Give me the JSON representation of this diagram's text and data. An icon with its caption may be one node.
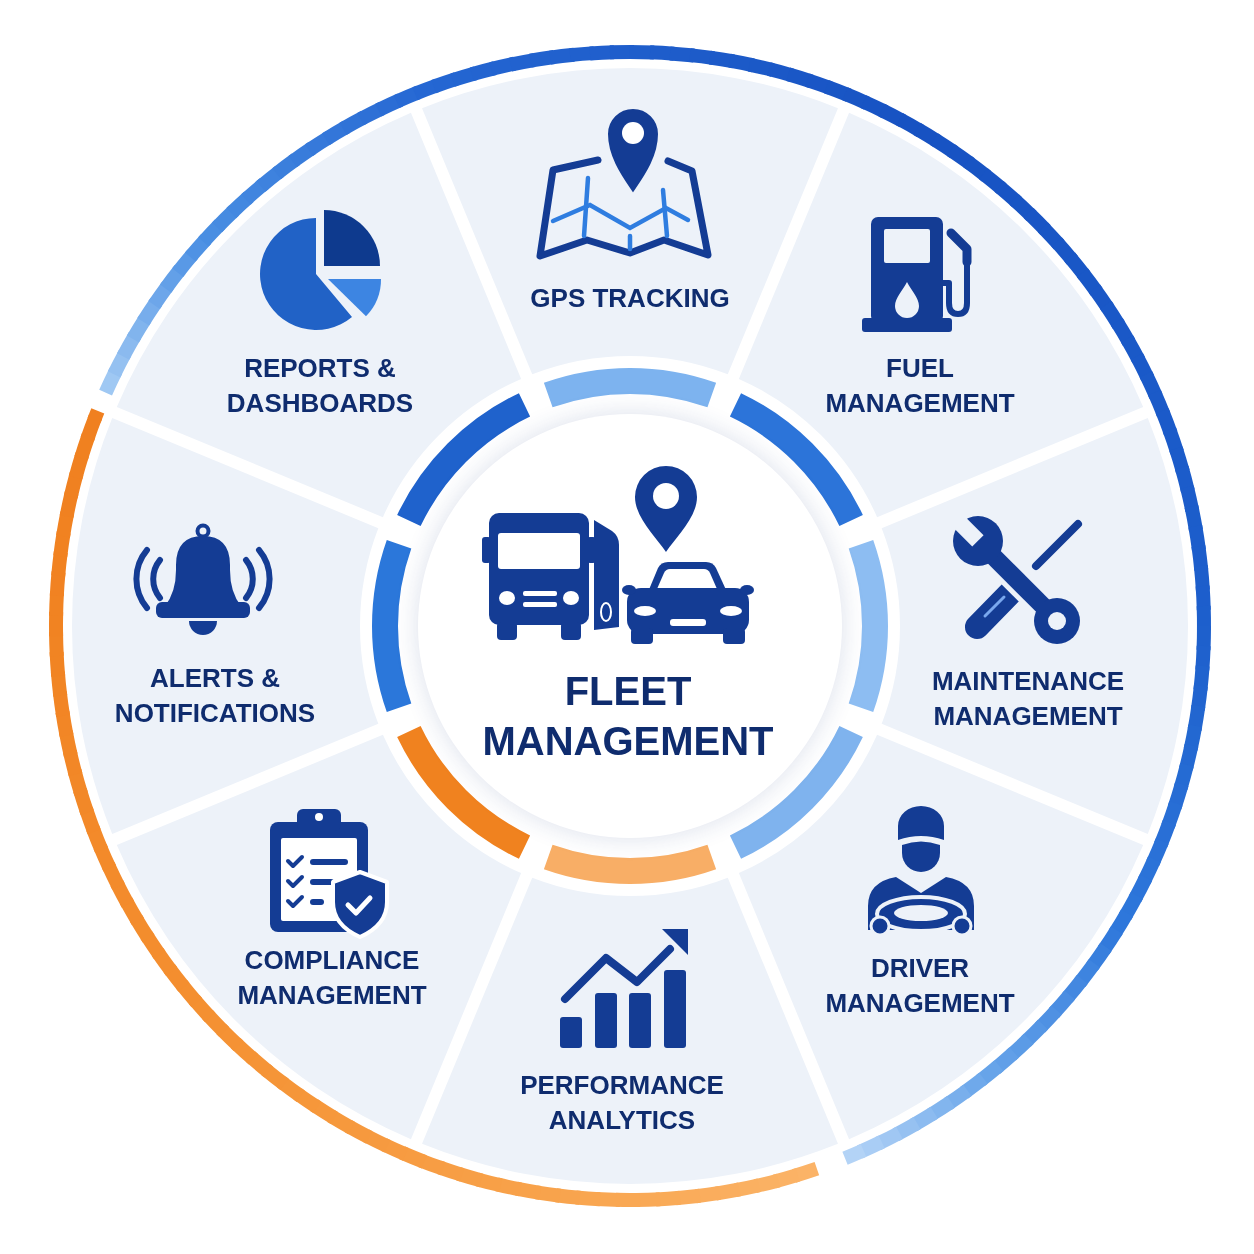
{
  "diagram": {
    "nodes": [
      {
        "text": [
          "FLEET MANAGEMENT"
        ]
      },
      {
        "text": [
          "GPS TRACKING"
        ]
      },
      {
        "text": [
          "FUEL MANAGEMENT"
        ]
      },
      {
        "text": [
          "MAINTENANCE MANAGEMENT"
        ]
      },
      {
        "text": [
          "DRIVER MANAGEMENT"
        ]
      },
      {
        "text": [
          "PERFORMANCE ANALYTICS"
        ]
      },
      {
        "text": [
          "COMPLIANCE MANAGEMENT"
        ]
      },
      {
        "text": [
          "ALERTS & NOTIFICATIONS"
        ]
      },
      {
        "text": [
          "REPORTS & DASHBOARDS"
        ]
      }
    ]
  }
}
